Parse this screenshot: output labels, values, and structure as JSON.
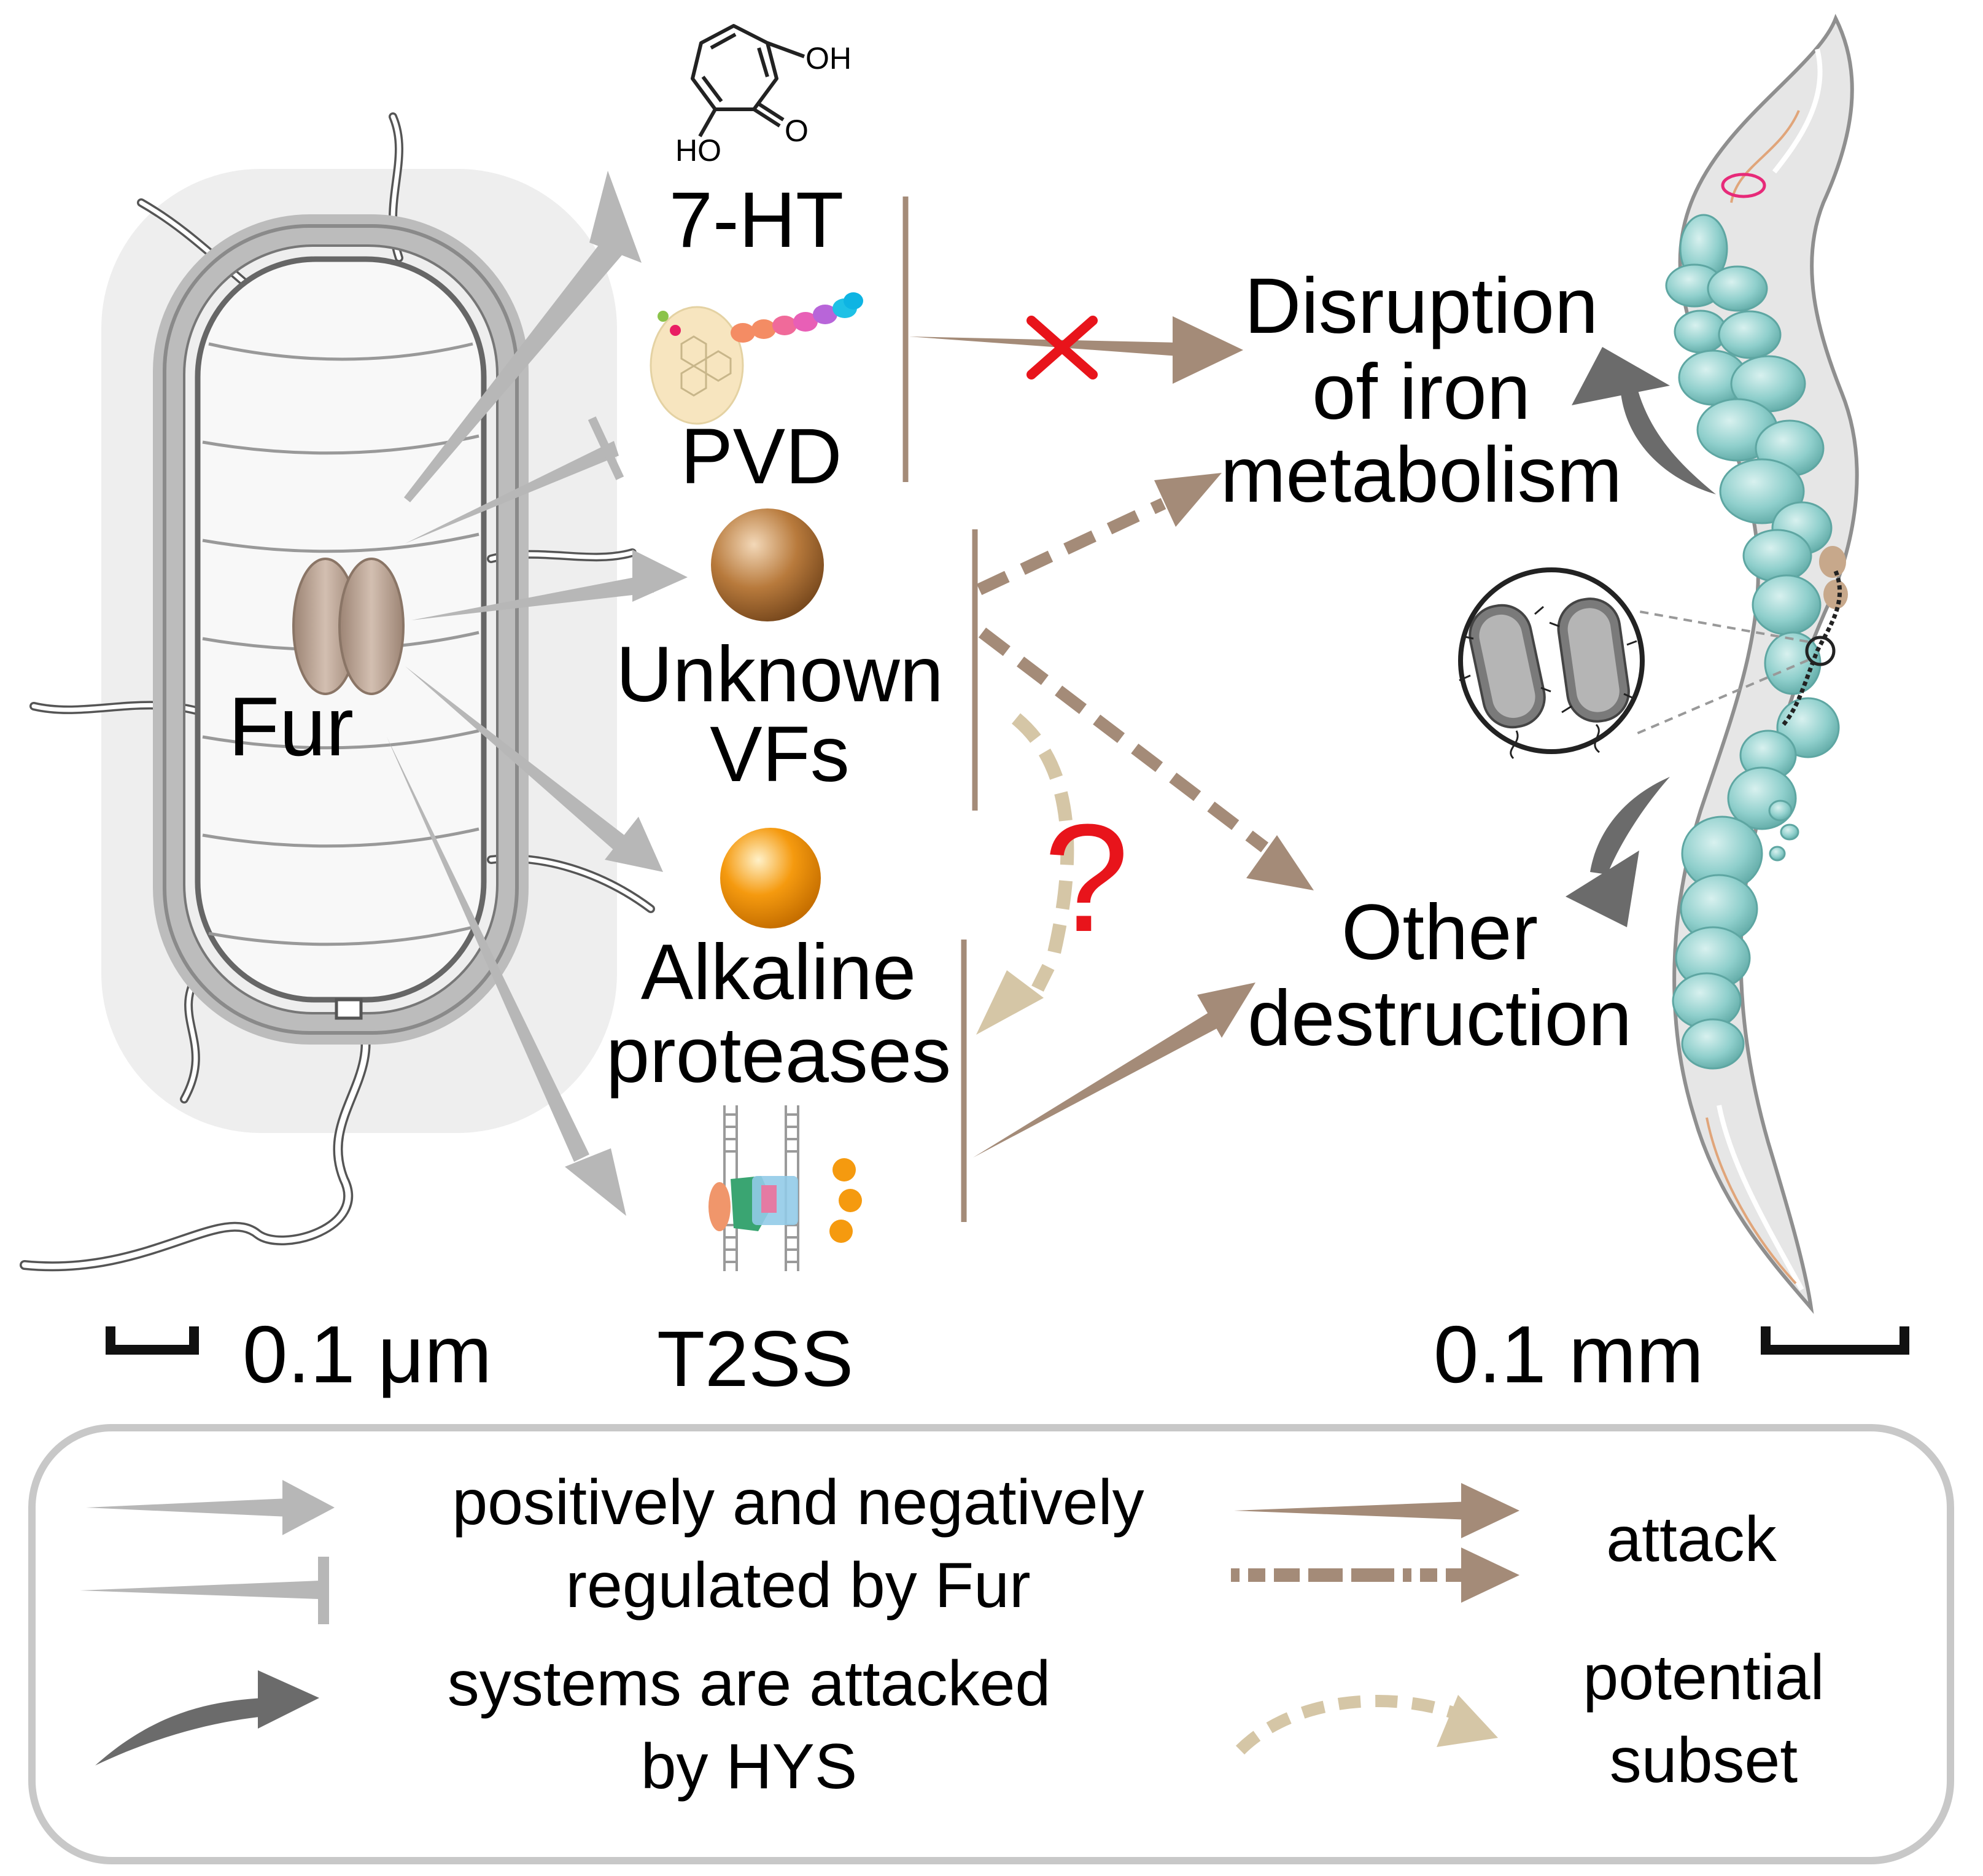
{
  "labels": {
    "hydroxyl_top": "OH",
    "hydroxyl_bottom": "HO",
    "oxygen": "O",
    "seven_ht": "7-HT",
    "pvd": "PVD",
    "unknown_line1": "Unknown",
    "unknown_line2": "VFs",
    "alkaline_line1": "Alkaline",
    "alkaline_line2": "proteases",
    "t2ss": "T2SS",
    "fur": "Fur",
    "disruption_line1": "Disruption",
    "disruption_line2": "of iron",
    "disruption_line3": "metabolism",
    "other_line1": "Other",
    "other_line2": "destruction",
    "question_mark": "?",
    "scale_left": "0.1 μm",
    "scale_right": "0.1 mm"
  },
  "legend": {
    "regulated_line1": "positively and negatively",
    "regulated_line2": "regulated by Fur",
    "attacked_line1": "systems are attacked",
    "attacked_line2": "by HYS",
    "attack": "attack",
    "potential_line1": "potential",
    "potential_line2": "subset"
  },
  "colors": {
    "fur_arrow": "#b7b7b7",
    "attack_arrow": "#a48b78",
    "potential_arrow": "#d5c6a6",
    "hys_arrow": "#6b6b6b",
    "red_marker": "#e8141b",
    "worm_gut_cells": "#8fcfcc",
    "unknown_vf_ball": "#b87a3c",
    "protease_ball": "#f59a0f"
  }
}
